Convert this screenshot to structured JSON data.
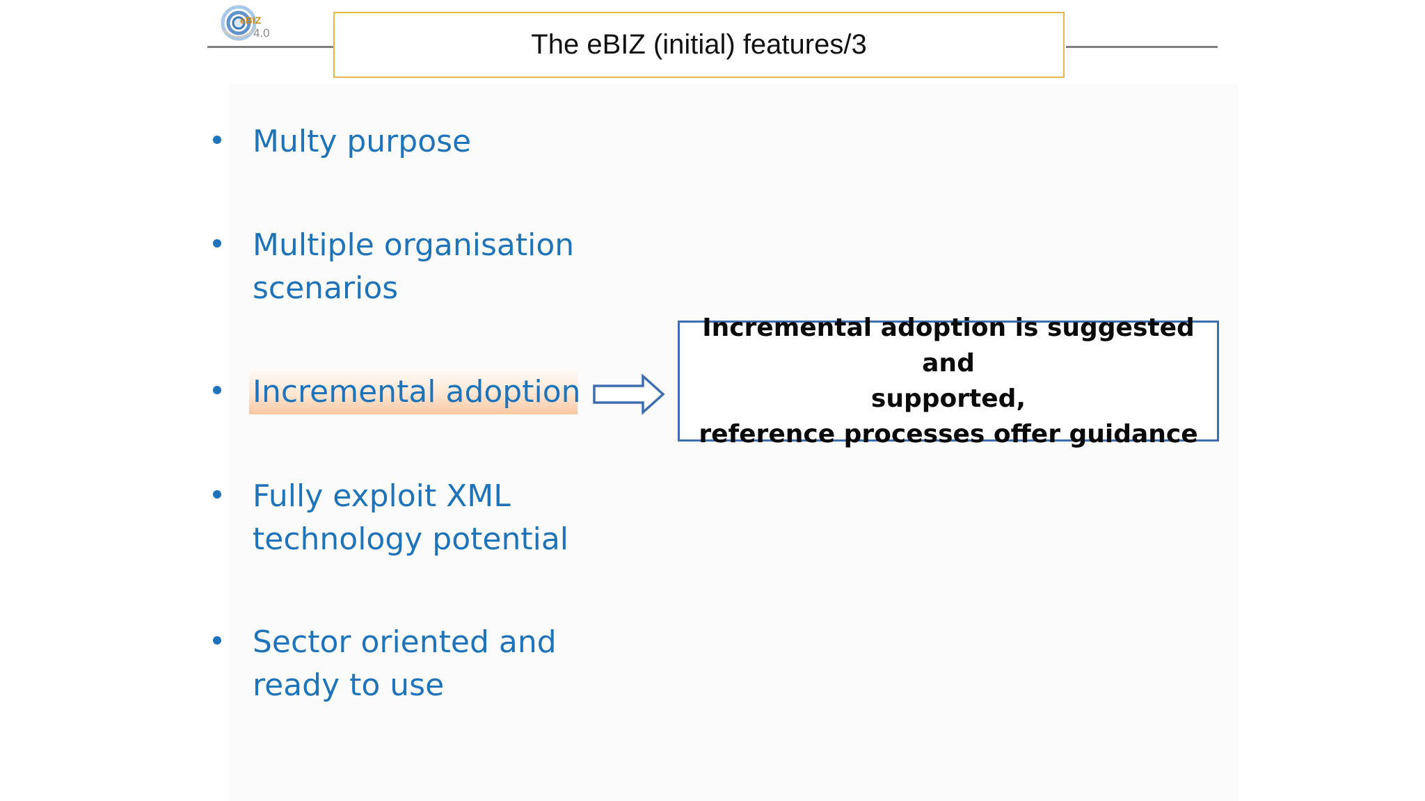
{
  "logo": {
    "brand": "eBIZ",
    "version": "4.0"
  },
  "title": "The eBIZ (initial) features/3",
  "bullets": [
    {
      "text": "Multy purpose"
    },
    {
      "text": "Multiple organisation\nscenarios"
    },
    {
      "text": "Incremental adoption",
      "highlighted": true
    },
    {
      "text": "Fully exploit XML\ntechnology potential"
    },
    {
      "text": "Sector oriented and\nready to use"
    }
  ],
  "callout": {
    "text": "Incremental adoption is suggested and\nsupported,\nreference processes offer guidance"
  },
  "colors": {
    "bullet_text": "#1f73b8",
    "title_border": "#e6b64a",
    "callout_border": "#3e6eaf",
    "highlight": "#f8c7a2",
    "rule": "#7f7f7f"
  },
  "icons": {
    "logo": "ebiz-logo",
    "arrow": "right-arrow-icon"
  }
}
